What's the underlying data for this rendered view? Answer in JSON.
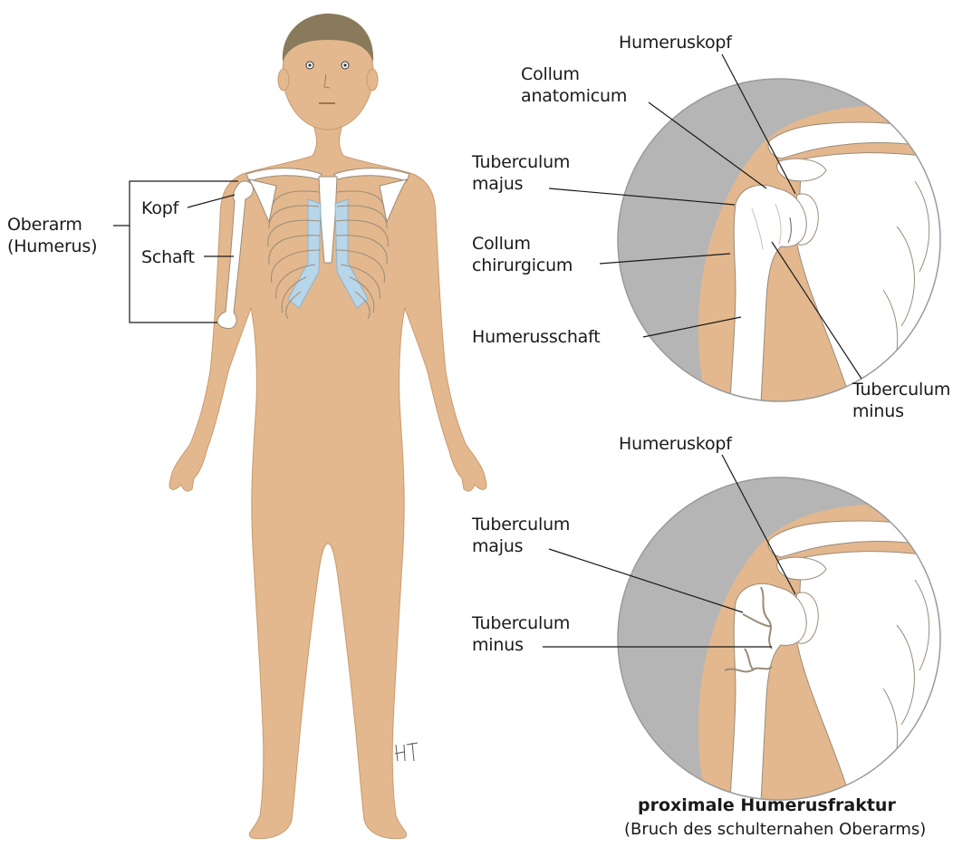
{
  "labels": {
    "oberarm_line1": "Oberarm",
    "oberarm_line2": "(Humerus)",
    "kopf": "Kopf",
    "schaft": "Schaft",
    "top_humeruskopf": "Humeruskopf",
    "collum_anatomicum_1": "Collum",
    "collum_anatomicum_2": "anatomicum",
    "tub_majus_1": "Tuberculum",
    "tub_majus_2": "majus",
    "collum_chir_1": "Collum",
    "collum_chir_2": "chirurgicum",
    "humerusschaft": "Humerusschaft",
    "tub_minus_1": "Tuberculum",
    "tub_minus_2": "minus",
    "bottom_humeruskopf": "Humeruskopf",
    "bottom_tub_majus_1": "Tuberculum",
    "bottom_tub_majus_2": "majus",
    "bottom_tub_minus_1": "Tuberculum",
    "bottom_tub_minus_2": "minus"
  },
  "caption": {
    "title": "proximale Humerusfraktur",
    "subtitle": "(Bruch des schulternahen Oberarms)"
  },
  "signature": "HT",
  "colors": {
    "skin": "#e3b88e",
    "skin_edge": "#c99a6e",
    "hair": "#8a7a5c",
    "bone": "#ffffff",
    "bone_edge": "#9a8b78",
    "cartilage": "#b8d6ea",
    "gray_bg": "#b5b5b5",
    "line": "#1a1a1a"
  }
}
